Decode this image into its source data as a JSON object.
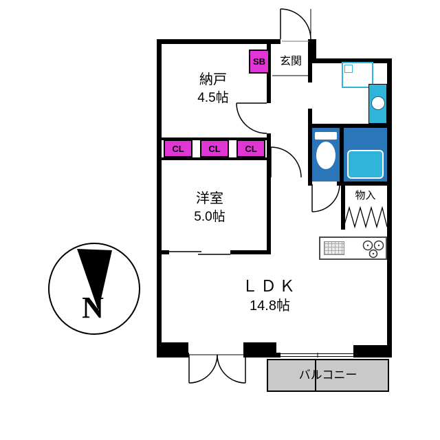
{
  "page": {
    "type": "apartment-floor-plan",
    "background": "#ffffff"
  },
  "colors": {
    "wall": "#000000",
    "accent_magenta": "#e135d6",
    "fixture_cyan": "#2fb4da",
    "fixture_blue": "#2b76b8",
    "balcony_gray": "#c9c9c9",
    "counter_border": "#4a4a4a"
  },
  "compass": {
    "north_label": "N"
  },
  "rooms": {
    "nando": {
      "name": "納戸",
      "size": "4.5帖"
    },
    "genkan": {
      "name": "玄関"
    },
    "yoshitsu": {
      "name": "洋室",
      "size": "5.0帖"
    },
    "ldk": {
      "name": "ＬＤＫ",
      "size": "14.8帖"
    },
    "monoire": {
      "name": "物入"
    },
    "balcony": {
      "name": "バルコニー"
    }
  },
  "closets": {
    "sb_label": "SB",
    "cl_labels": [
      "CL",
      "CL",
      "CL"
    ]
  },
  "fixtures": {
    "icons": [
      "entrance-door-swing-icon",
      "toilet-icon",
      "bathtub-icon",
      "washbasin-icon",
      "washing-machine-pan-icon",
      "kitchen-sink-icon",
      "stove-burners-icon",
      "folding-door-icon",
      "sliding-window-icon",
      "north-arrow-icon"
    ]
  }
}
